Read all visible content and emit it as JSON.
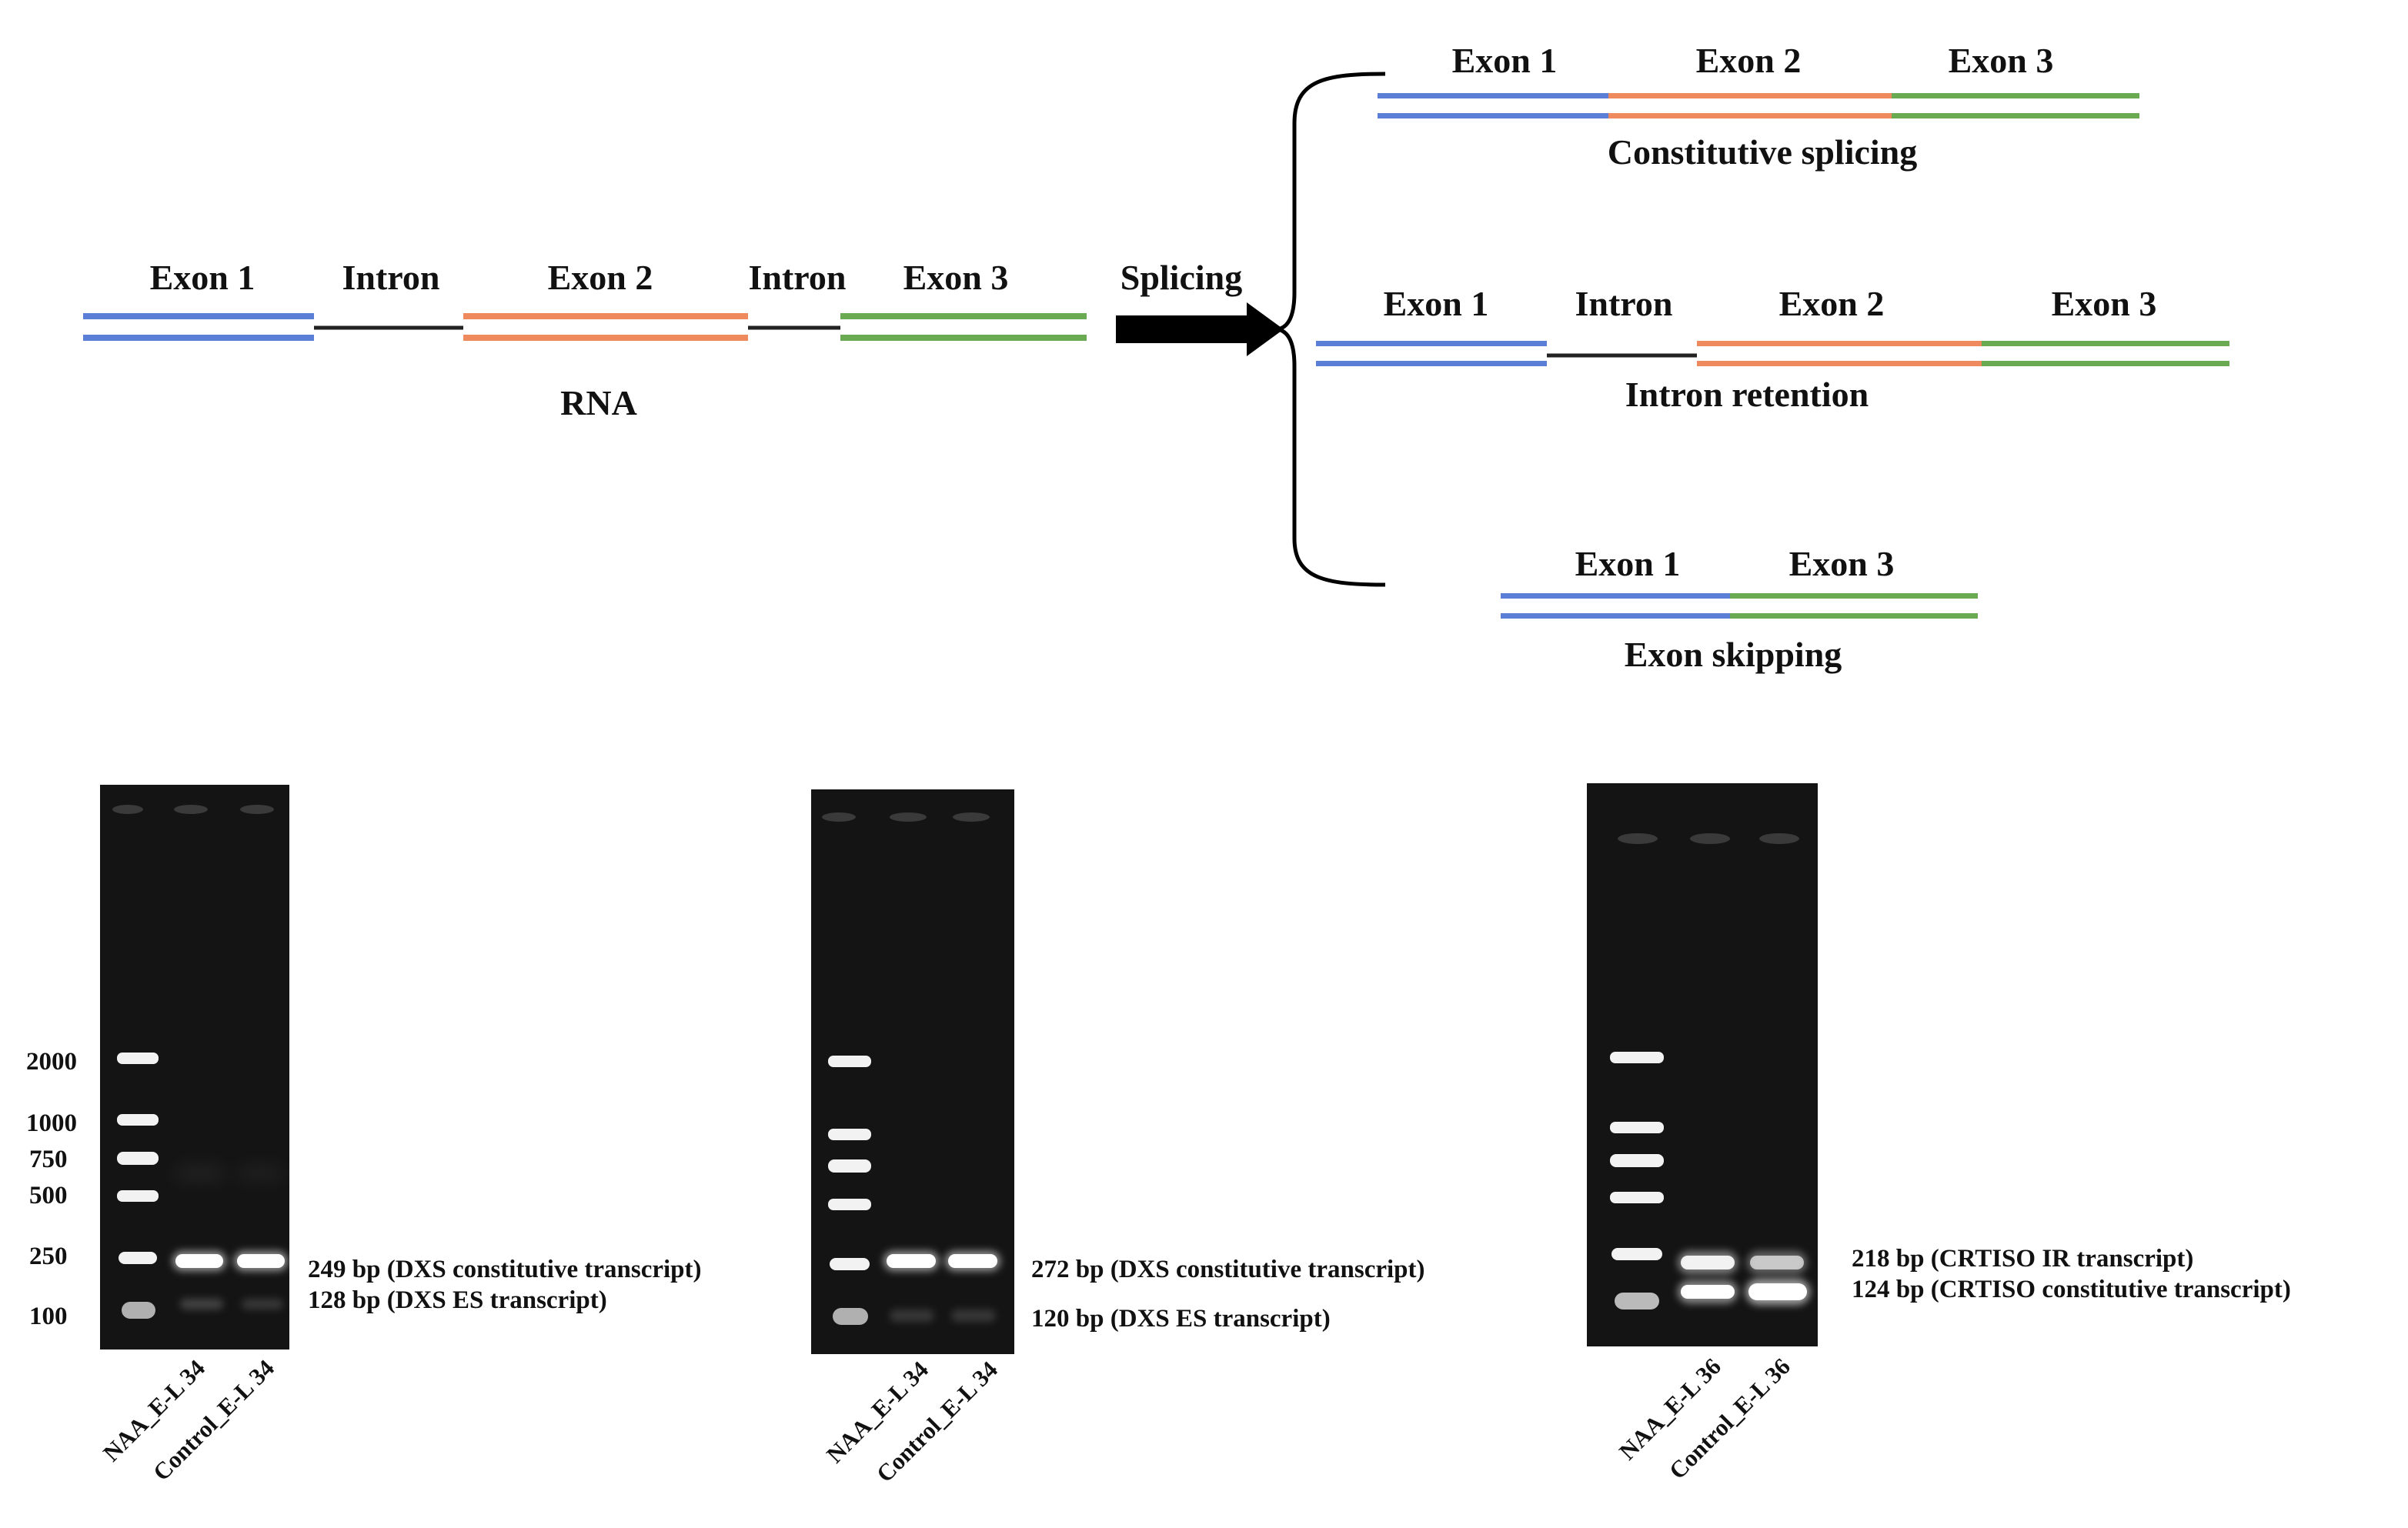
{
  "diagram": {
    "pre_mrna": {
      "segments": [
        "Exon 1",
        "Intron",
        "Exon 2",
        "Intron",
        "Exon 3"
      ],
      "label": "RNA"
    },
    "process_label": "Splicing",
    "outcomes": [
      {
        "name": "Constitutive splicing",
        "segments": [
          "Exon 1",
          "Exon 2",
          "Exon 3"
        ]
      },
      {
        "name": "Intron retention",
        "segments": [
          "Exon 1",
          "Intron",
          "Exon 2",
          "Exon 3"
        ]
      },
      {
        "name": "Exon skipping",
        "segments": [
          "Exon 1",
          "Exon 3"
        ]
      }
    ],
    "colors": {
      "exon1": "#5b7fd6",
      "exon2": "#ee8a5e",
      "exon3": "#6aaa52",
      "intron": "#222222",
      "arrow": "#000000"
    }
  },
  "gels": [
    {
      "ladder": [
        "2000",
        "1000",
        "750",
        "500",
        "250",
        "100"
      ],
      "lanes": [
        "NAA_E-L 34",
        "Control_E-L 34"
      ],
      "bands": [
        "249 bp (DXS constitutive transcript)",
        "128 bp (DXS ES transcript)"
      ]
    },
    {
      "lanes": [
        "NAA_E-L 34",
        "Control_E-L 34"
      ],
      "bands": [
        "272 bp (DXS constitutive transcript)",
        "120 bp (DXS ES transcript)"
      ]
    },
    {
      "lanes": [
        "NAA_E-L 36",
        "Control_E-L 36"
      ],
      "bands": [
        "218 bp (CRTISO IR transcript)",
        "124 bp (CRTISO constitutive transcript)"
      ]
    }
  ]
}
